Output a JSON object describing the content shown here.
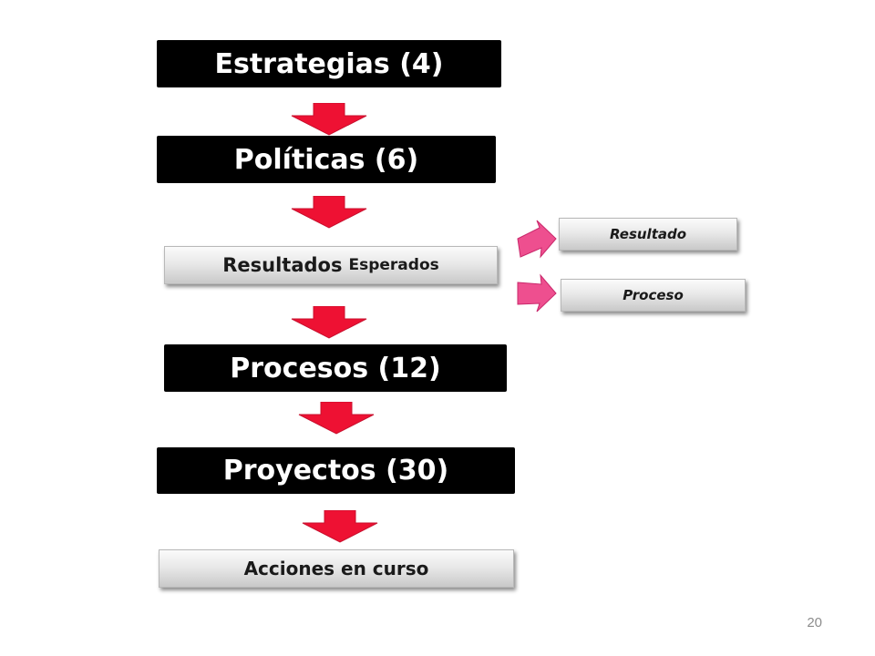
{
  "flow": {
    "estrategias": "Estrategias (4)",
    "politicas": "Políticas (6)",
    "resultados_main": "Resultados",
    "resultados_sub": "Esperados",
    "procesos": "Procesos (12)",
    "proyectos": "Proyectos (30)",
    "acciones": "Acciones en curso"
  },
  "side": {
    "resultado": "Resultado",
    "proceso": "Proceso"
  },
  "page_number": "20",
  "colors": {
    "down_arrow": "#ee1133",
    "side_arrow": "#ee4f8f",
    "dark_box": "#000000"
  }
}
